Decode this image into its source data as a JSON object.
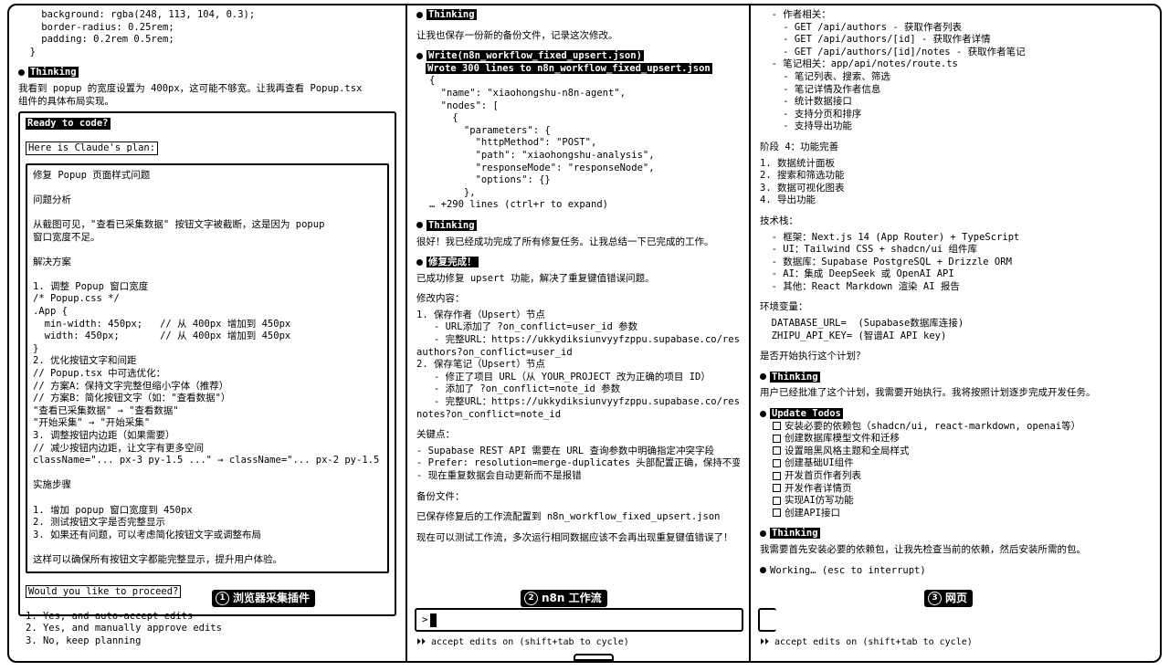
{
  "left": {
    "code_top": [
      "    background: rgba(248, 113, 104, 0.3);",
      "    border-radius: 0.25rem;",
      "    padding: 0.2rem 0.5rem;",
      "  }"
    ],
    "thinking_label": "Thinking",
    "thinking_text": [
      "我看到 popup 的宽度设置为 400px，这可能不够宽。让我再查看 Popup.tsx",
      "组件的具体布局实现。"
    ],
    "plan_header": "Ready to code?",
    "plan_sub": "Here is Claude's plan:",
    "plan": [
      "修复 Popup 页面样式问题",
      "",
      "问题分析",
      "",
      "从截图可见，\"查看已采集数据\" 按钮文字被截断，这是因为 popup",
      "窗口宽度不足。",
      "",
      "解决方案",
      "",
      "1. 调整 Popup 窗口宽度",
      "/* Popup.css */",
      ".App {",
      "  min-width: 450px;   // 从 400px 增加到 450px",
      "  width: 450px;       // 从 400px 增加到 450px",
      "}",
      "2. 优化按钮文字和间距",
      "// Popup.tsx 中可选优化：",
      "// 方案A：保持文字完整但缩小字体（推荐）",
      "// 方案B：简化按钮文字（如：\"查看数据\"）",
      "\"查看已采集数据\" → \"查看数据\"",
      "\"开始采集\" → \"开始采集\"",
      "3. 调整按钮内边距（如果需要）",
      "// 减少按钮内边距，让文字有更多空间",
      "className=\"... px-3 py-1.5 ...\" → className=\"... px-2 py-1.5 ...\"",
      "",
      "实施步骤",
      "",
      "1. 增加 popup 窗口宽度到 450px",
      "2. 测试按钮文字是否完整显示",
      "3. 如果还有问题，可以考虑简化按钮文字或调整布局",
      "",
      "这样可以确保所有按钮文字都能完整显示，提升用户体验。"
    ],
    "proceed_q": "Would you like to proceed?",
    "options": [
      "1. Yes, and auto-accept edits",
      "2. Yes, and manually approve edits",
      "3. No, keep planning"
    ],
    "tag_num": "1",
    "tag_label": "浏览器采集插件"
  },
  "mid": {
    "top_label": "Thinking",
    "top_text": "让我也保存一份新的备份文件，记录这次修改。",
    "write_title": "Write(n8n_workflow_fixed_upsert.json)",
    "write_result": "Wrote 300 lines to n8n_workflow_fixed_upsert.json",
    "json_lines": [
      "{",
      "  \"name\": \"xiaohongshu-n8n-agent\",",
      "  \"nodes\": [",
      "    {",
      "      \"parameters\": {",
      "        \"httpMethod\": \"POST\",",
      "        \"path\": \"xiaohongshu-analysis\",",
      "        \"responseMode\": \"responseNode\",",
      "        \"options\": {}",
      "      },",
      "… +290 lines (ctrl+r to expand)"
    ],
    "thinking2_label": "Thinking",
    "thinking2_text": "很好！我已经成功完成了所有修复任务。让我总结一下已完成的工作。",
    "done_title": "修复完成！",
    "done_text": "已成功修复 upsert 功能，解决了重复键值错误问题。",
    "changes_label": "修改内容：",
    "changes": [
      "1. 保存作者（Upsert）节点",
      "   - URL添加了 ?on_conflict=user_id 参数",
      "   - 完整URL：https://ukkydiksiunvyyfzppu.supabase.co/rest/v1/xiaohongshu_",
      "authors?on_conflict=user_id",
      "2. 保存笔记（Upsert）节点",
      "   - 修正了项目 URL（从 YOUR_PROJECT 改为正确的项目 ID）",
      "   - 添加了 ?on_conflict=note_id 参数",
      "   - 完整URL：https://ukkydiksiunvyyfzppu.supabase.co/rest/v1/xiaohongshu_",
      "notes?on_conflict=note_id"
    ],
    "principle_label": "关键点：",
    "principle": [
      "- Supabase REST API 需要在 URL 查询参数中明确指定冲突字段",
      "- Prefer: resolution=merge-duplicates 头部配置正确，保持不变",
      "- 现在重复数据会自动更新而不是报错"
    ],
    "backup_label": "备份文件：",
    "backup_text": "已保存修复后的工作流配置到 n8n_workflow_fixed_upsert.json",
    "final_text": "现在可以测试工作流，多次运行相同数据应该不会再出现重复键值错误了！",
    "tag_num": "2",
    "tag_label": "n8n 工作流",
    "input_prompt": ">",
    "status": "⏵⏵ accept edits on (shift+tab to cycle)"
  },
  "right": {
    "api_lines": [
      "  - 作者相关：",
      "    - GET /api/authors - 获取作者列表",
      "    - GET /api/authors/[id] - 获取作者详情",
      "    - GET /api/authors/[id]/notes - 获取作者笔记",
      "  - 笔记相关：app/api/notes/route.ts",
      "    - 笔记列表、搜索、筛选",
      "    - 笔记详情及作者信息",
      "    - 统计数据接口",
      "    - 支持分页和排序",
      "    - 支持导出功能"
    ],
    "phase_label": "阶段 4：功能完善",
    "phase": [
      "1. 数据统计面板",
      "2. 搜索和筛选功能",
      "3. 数据可视化图表",
      "4. 导出功能"
    ],
    "tech_label": "技术栈：",
    "tech": [
      "  - 框架：Next.js 14 (App Router) + TypeScript",
      "  - UI：Tailwind CSS + shadcn/ui 组件库",
      "  - 数据库：Supabase PostgreSQL + Drizzle ORM",
      "  - AI：集成 DeepSeek 或 OpenAI API",
      "  - 其他：React Markdown 渲染 AI 报告"
    ],
    "env_label": "环境变量：",
    "env": [
      "  DATABASE_URL=  (Supabase数据库连接)",
      "  ZHIPU_API_KEY= (智谱AI API key)"
    ],
    "confirm": "是否开始执行这个计划？",
    "thinking_label": "Thinking",
    "thinking_text": "用户已经批准了这个计划，我需要开始执行。我将按照计划逐步完成开发任务。",
    "todos_title": "Update Todos",
    "todos": [
      "安装必要的依赖包（shadcn/ui, react-markdown, openai等）",
      "创建数据库模型文件和迁移",
      "设置暗黑风格主题和全局样式",
      "创建基础UI组件",
      "开发首页作者列表",
      "开发作者详情页",
      "实现AI仿写功能",
      "创建API接口"
    ],
    "thinking2_label": "Thinking",
    "thinking2_text": "我需要首先安装必要的依赖包，让我先检查当前的依赖，然后安装所需的包。",
    "working": "Working… (esc to interrupt)",
    "tag_num": "3",
    "tag_label": "网页",
    "status": "⏵⏵ accept edits on (shift+tab to cycle)"
  }
}
